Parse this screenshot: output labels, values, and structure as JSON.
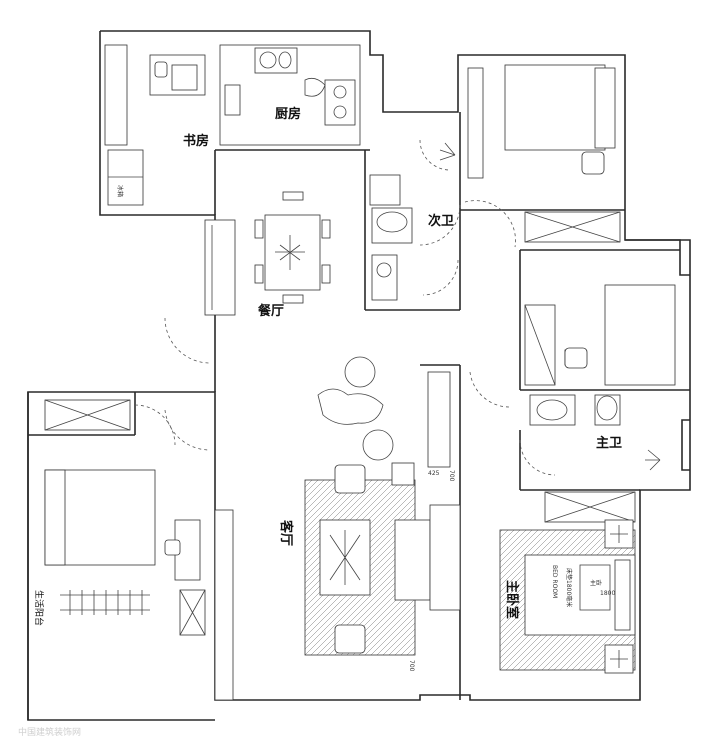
{
  "rooms": {
    "study": "书房",
    "kitchen": "厨房",
    "second_bath": "次卫",
    "dining": "餐厅",
    "living": "客厅",
    "master_bath": "主卫",
    "master_bedroom": "主卧室"
  },
  "labels": {
    "fridge": "冰箱",
    "living_balcony": "生活阳台",
    "bed": "BED ROOM",
    "master": "主卧",
    "bed_size": "床垫1800毫米",
    "dim_1800": "1800",
    "dim_425": "425",
    "dim_700a": "700",
    "dim_700b": "700",
    "watermark": "中国建筑装饰网"
  }
}
